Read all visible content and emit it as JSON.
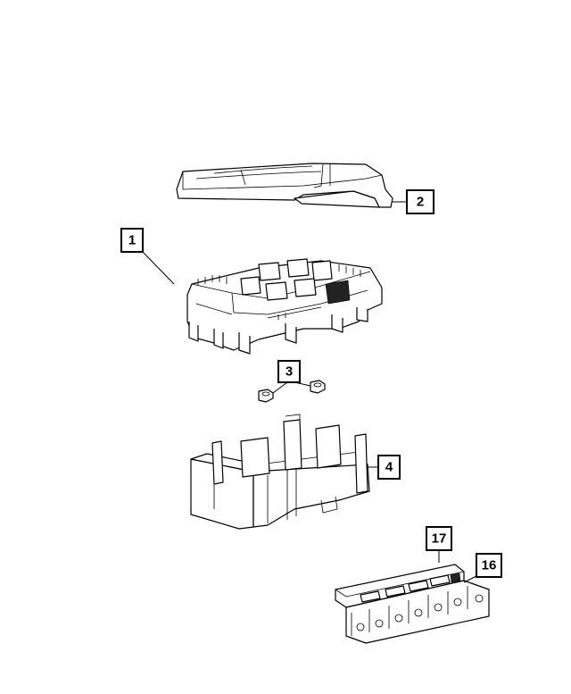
{
  "callouts": [
    {
      "id": "1",
      "label": "1"
    },
    {
      "id": "2",
      "label": "2"
    },
    {
      "id": "3",
      "label": "3"
    },
    {
      "id": "4",
      "label": "4"
    },
    {
      "id": "16",
      "label": "16"
    },
    {
      "id": "17",
      "label": "17"
    }
  ],
  "parts": [
    {
      "callout": "2",
      "name": "cover"
    },
    {
      "callout": "1",
      "name": "fuse-relay-box"
    },
    {
      "callout": "3",
      "name": "nuts"
    },
    {
      "callout": "4",
      "name": "bracket-tray"
    },
    {
      "callout": "17",
      "name": "fuse-module"
    },
    {
      "callout": "16",
      "name": "fuse-module-cover"
    }
  ]
}
